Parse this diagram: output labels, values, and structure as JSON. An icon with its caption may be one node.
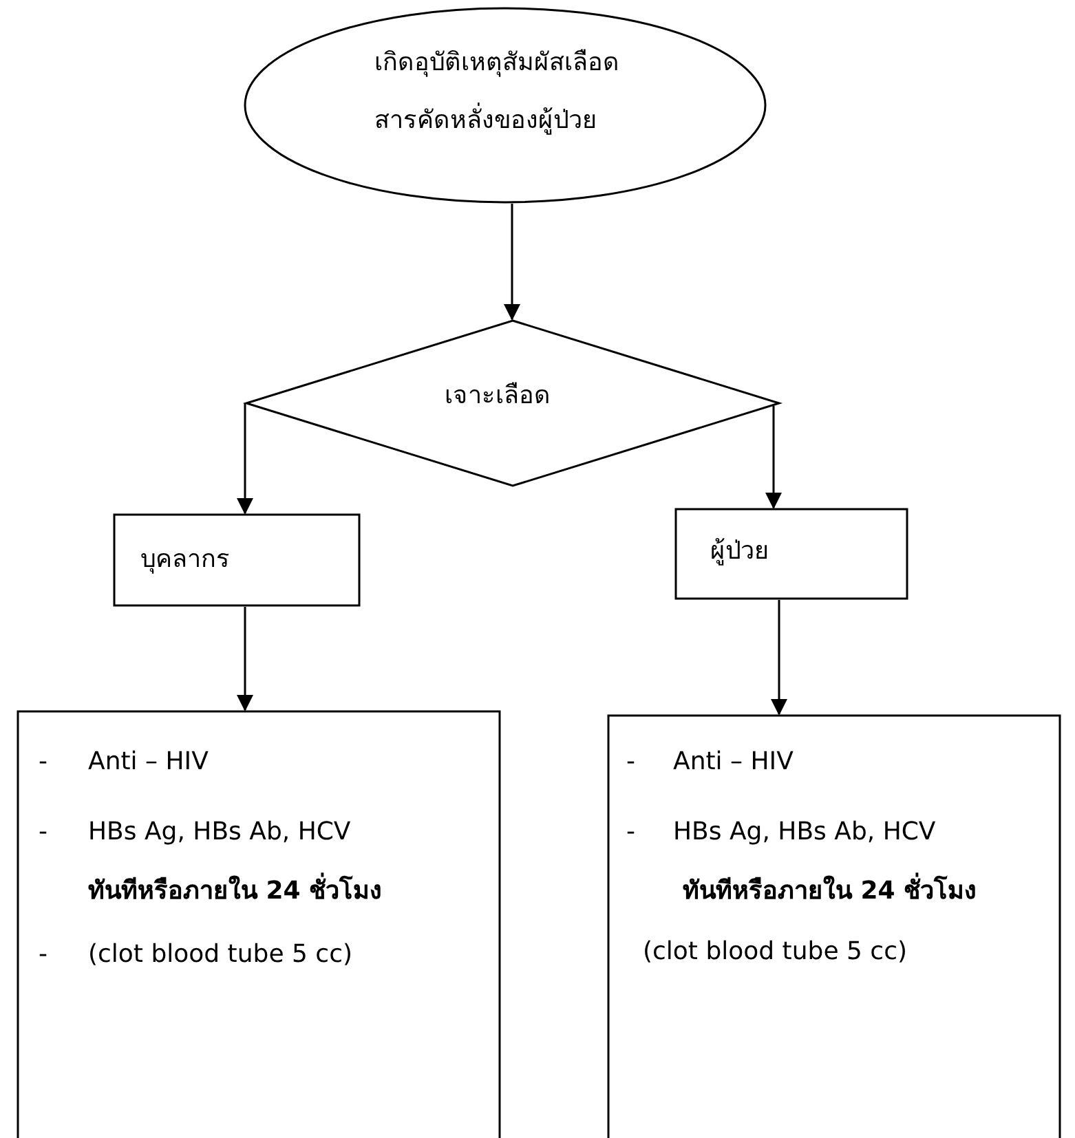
{
  "diagram": {
    "nodes": [
      {
        "text": [
          "เกิดอุบัติเหตุสัมผัสเลือด สารคัดหลั่งของผู้ป่วย"
        ]
      },
      {
        "text": [
          "เจาะเลือด"
        ]
      },
      {
        "text": [
          "บุคลากร"
        ]
      },
      {
        "text": [
          "ผู้ป่วย"
        ]
      },
      {
        "text": [
          "-",
          "Anti – HIV",
          "-",
          "HBs Ag, HBs Ab, HCV",
          "ทันทีหรือภายใน 24 ชั่วโมง",
          "-",
          "(clot blood tube 5 cc)"
        ]
      },
      {
        "text": [
          "-",
          "Anti – HIV",
          "-",
          "HBs Ag, HBs Ab, HCV",
          "ทันทีหรือภายใน 24 ชั่วโมง",
          "(clot blood tube 5 cc)"
        ]
      }
    ],
    "edges": [
      {
        "from": 0,
        "to": 1,
        "arrow": "to"
      },
      {
        "from": 1,
        "to": 2,
        "arrow": "to"
      },
      {
        "from": 1,
        "to": 3,
        "arrow": "to"
      },
      {
        "from": 2,
        "to": 4,
        "arrow": "to"
      },
      {
        "from": 3,
        "to": 5,
        "arrow": "to"
      }
    ]
  }
}
